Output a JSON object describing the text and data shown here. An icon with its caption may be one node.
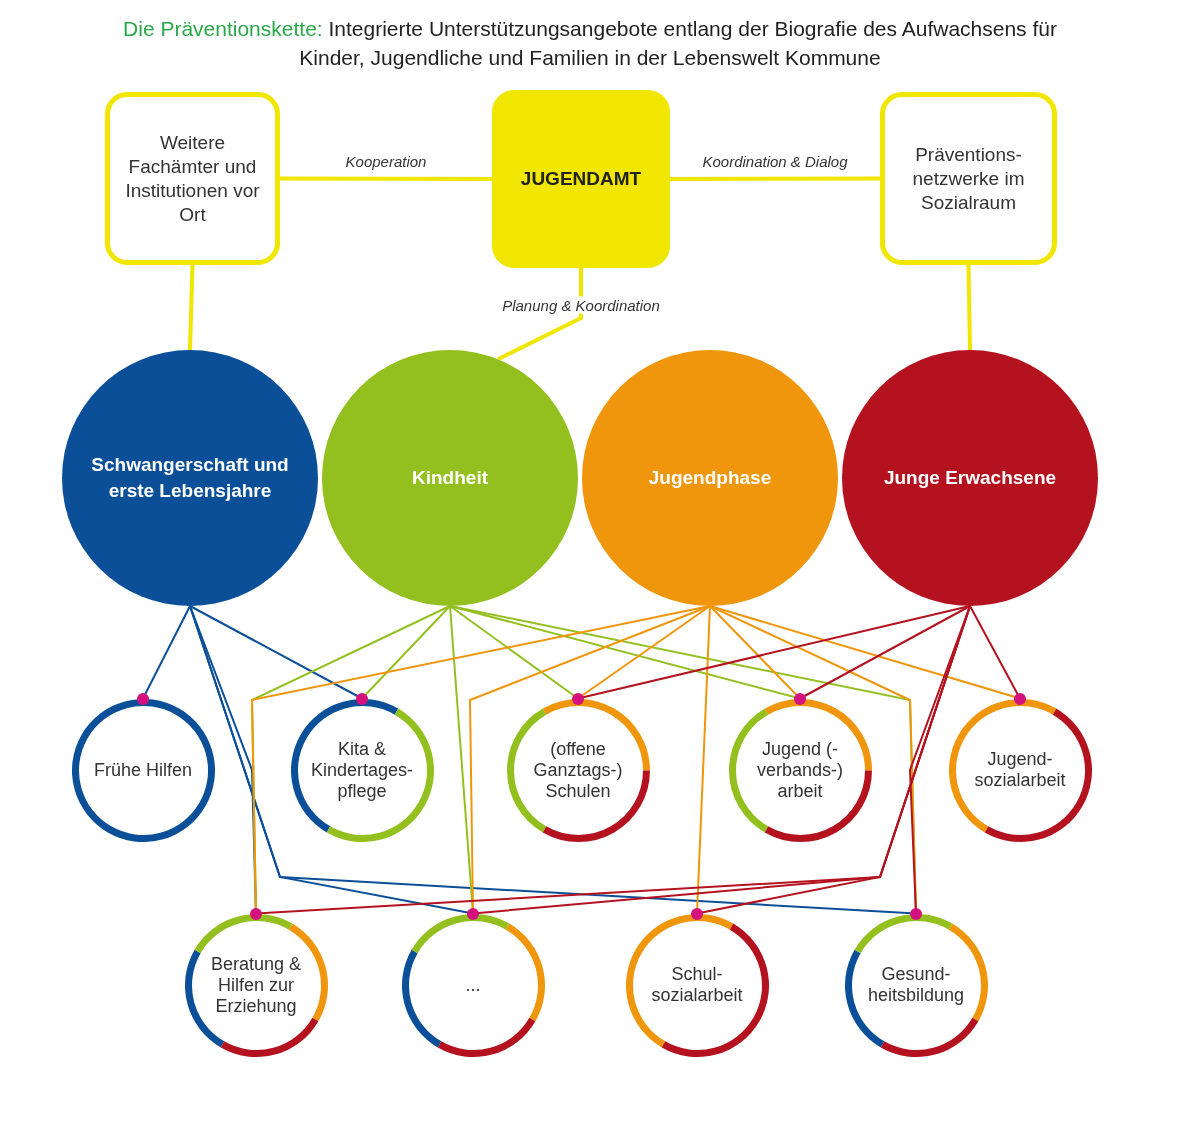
{
  "diagram": {
    "title": "Die Präventionskette: Integrierte Unterstützungsangebote entlang der Biografie des Aufwachsens für Kinder, Jugendliche und Familien in der Lebenswelt Kommune",
    "nodes": [
      {
        "text": [
          "Weitere Fachämter und Institutionen vor Ort"
        ]
      },
      {
        "text": [
          "JUGENDAMT"
        ]
      },
      {
        "text": [
          "Präventions-netzwerke im Sozialraum"
        ]
      },
      {
        "text": [
          "Schwangerschaft und erste Lebensjahre"
        ]
      },
      {
        "text": [
          "Kindheit"
        ]
      },
      {
        "text": [
          "Jugendphase"
        ]
      },
      {
        "text": [
          "Junge Erwachsene"
        ]
      },
      {
        "text": [
          "Frühe Hilfen"
        ]
      },
      {
        "text": [
          "Kita & Kindertages-pflege"
        ]
      },
      {
        "text": [
          "(offene Ganztags-) Schulen"
        ]
      },
      {
        "text": [
          "Jugend (-verbands-) arbeit"
        ]
      },
      {
        "text": [
          "Jugend-sozialarbeit"
        ]
      },
      {
        "text": [
          "Beratung & Hilfen zur Erziehung"
        ]
      },
      {
        "text": [
          "..."
        ]
      },
      {
        "text": [
          "Schul-sozialarbeit"
        ]
      },
      {
        "text": [
          "Gesund-heitsbildung"
        ]
      }
    ],
    "edges": [
      {
        "from": 0,
        "to": 1,
        "arrow": "none",
        "label": "Kooperation",
        "style": "thick",
        "color": "#f0e600"
      },
      {
        "from": 1,
        "to": 2,
        "arrow": "none",
        "label": "Koordination & Dialog",
        "style": "thick",
        "color": "#f0e600"
      },
      {
        "from": 1,
        "to": 4,
        "arrow": "none",
        "label": "Planung & Koordination",
        "style": "thick",
        "color": "#f0e600"
      },
      {
        "from": 0,
        "to": 3,
        "arrow": "none",
        "style": "thick",
        "color": "#f0e600"
      },
      {
        "from": 2,
        "to": 6,
        "arrow": "none",
        "style": "thick",
        "color": "#f0e600"
      },
      {
        "from": 3,
        "to": 7,
        "arrow": "none",
        "color": "#0b4f98"
      },
      {
        "from": 3,
        "to": 8,
        "arrow": "none",
        "color": "#0b4f98"
      },
      {
        "from": 3,
        "to": 12,
        "arrow": "none",
        "color": "#0b4f98"
      },
      {
        "from": 3,
        "to": 13,
        "arrow": "none",
        "color": "#0b4f98"
      },
      {
        "from": 3,
        "to": 15,
        "arrow": "none",
        "color": "#0b4f98"
      },
      {
        "from": 4,
        "to": 8,
        "arrow": "none",
        "color": "#93c01f"
      },
      {
        "from": 4,
        "to": 9,
        "arrow": "none",
        "color": "#93c01f"
      },
      {
        "from": 4,
        "to": 10,
        "arrow": "none",
        "color": "#93c01f"
      },
      {
        "from": 4,
        "to": 12,
        "arrow": "none",
        "color": "#93c01f"
      },
      {
        "from": 4,
        "to": 13,
        "arrow": "none",
        "color": "#93c01f"
      },
      {
        "from": 4,
        "to": 15,
        "arrow": "none",
        "color": "#93c01f"
      },
      {
        "from": 5,
        "to": 9,
        "arrow": "none",
        "color": "#f0960d"
      },
      {
        "from": 5,
        "to": 10,
        "arrow": "none",
        "color": "#f0960d"
      },
      {
        "from": 5,
        "to": 11,
        "arrow": "none",
        "color": "#f0960d"
      },
      {
        "from": 5,
        "to": 12,
        "arrow": "none",
        "color": "#f0960d"
      },
      {
        "from": 5,
        "to": 13,
        "arrow": "none",
        "color": "#f0960d"
      },
      {
        "from": 5,
        "to": 14,
        "arrow": "none",
        "color": "#f0960d"
      },
      {
        "from": 5,
        "to": 15,
        "arrow": "none",
        "color": "#f0960d"
      },
      {
        "from": 6,
        "to": 9,
        "arrow": "none",
        "color": "#b3121e"
      },
      {
        "from": 6,
        "to": 10,
        "arrow": "none",
        "color": "#b3121e"
      },
      {
        "from": 6,
        "to": 11,
        "arrow": "none",
        "color": "#b3121e"
      },
      {
        "from": 6,
        "to": 12,
        "arrow": "none",
        "color": "#b3121e"
      },
      {
        "from": 6,
        "to": 13,
        "arrow": "none",
        "color": "#b3121e"
      },
      {
        "from": 6,
        "to": 14,
        "arrow": "none",
        "color": "#b3121e"
      },
      {
        "from": 6,
        "to": 15,
        "arrow": "none",
        "color": "#b3121e"
      }
    ]
  }
}
